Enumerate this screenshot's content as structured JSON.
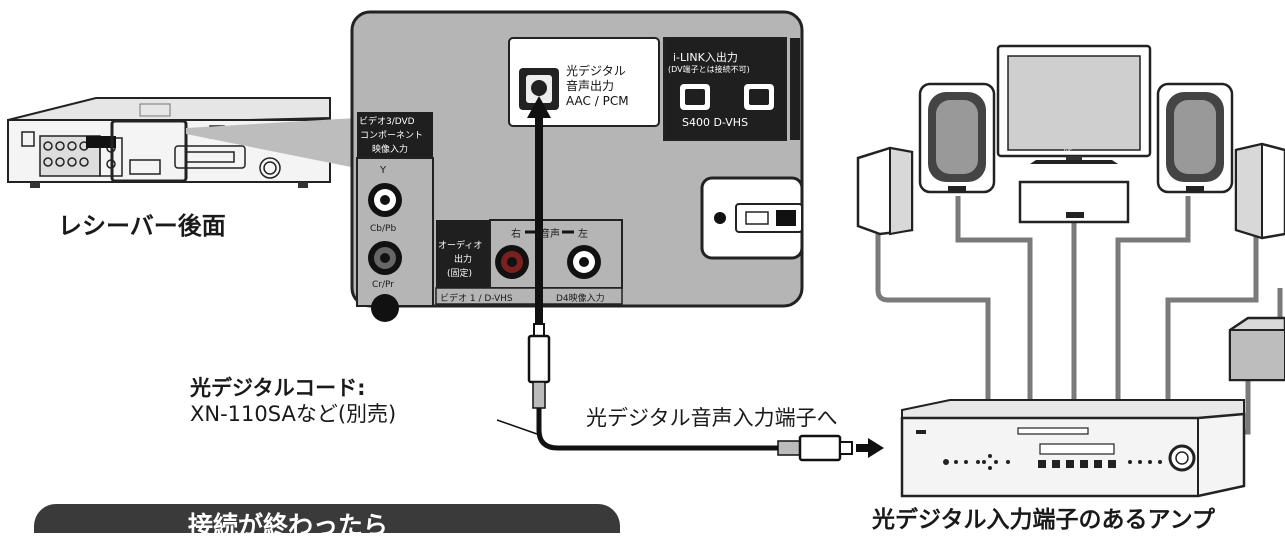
{
  "receiver": {
    "caption": "レシーバー後面"
  },
  "panel": {
    "optical_out": {
      "line1": "光デジタル",
      "line2": "音声出力",
      "line3": "AAC / PCM"
    },
    "ilink": {
      "title": "i-LINK入出力",
      "note": "(DV端子とは接続不可)",
      "spec": "S400 D-VHS"
    },
    "component": {
      "line1": "ビデオ3/DVD",
      "line2": "コンポーネント",
      "line3": "映像入力",
      "y": "Y",
      "cb": "Cb/Pb",
      "cr": "Cr/Pr"
    },
    "audio_out": {
      "line1": "オーディオ",
      "line2": "出力",
      "line3": "(固定)",
      "right": "右",
      "center": "音声",
      "left": "左",
      "bottom_left": "ビデオ 1 / D-VHS",
      "bottom_right": "D4映像入力"
    }
  },
  "cord": {
    "title": "光デジタルコード:",
    "model": "XN-110SAなど(別売)"
  },
  "input_label": "光デジタル音声入力端子へ",
  "amp_caption": "光デジタル入力端子のあるアンプ",
  "banner": "接続が終わったら",
  "tv_brand": "JVC"
}
